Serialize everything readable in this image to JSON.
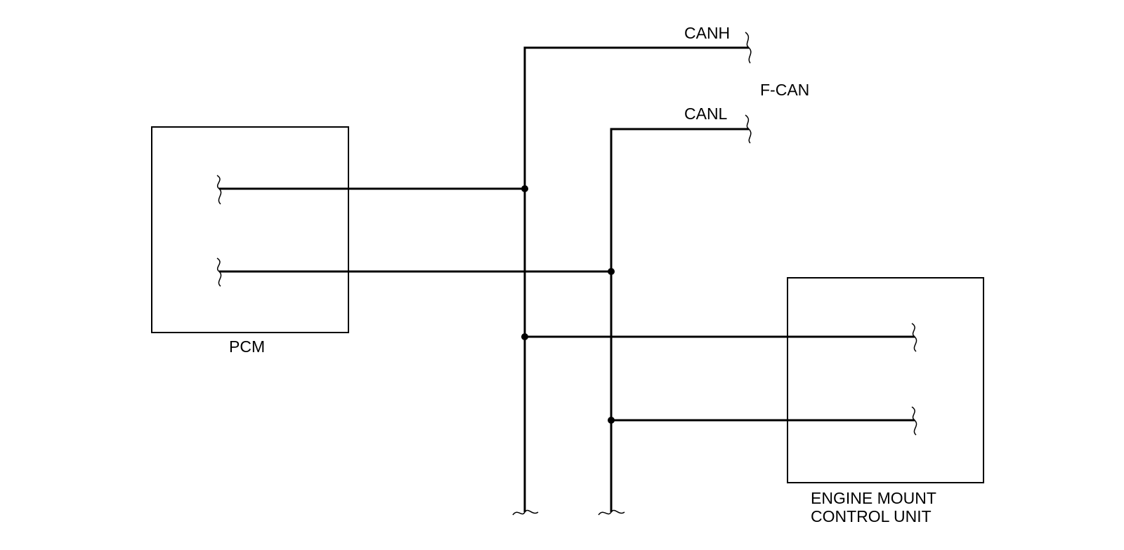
{
  "labels": {
    "canh": "CANH",
    "canl": "CANL",
    "bus": "F-CAN",
    "pcm": "PCM",
    "emcu_line1": "ENGINE MOUNT",
    "emcu_line2": "CONTROL UNIT"
  },
  "colors": {
    "line": "#000000",
    "background": "#ffffff"
  }
}
